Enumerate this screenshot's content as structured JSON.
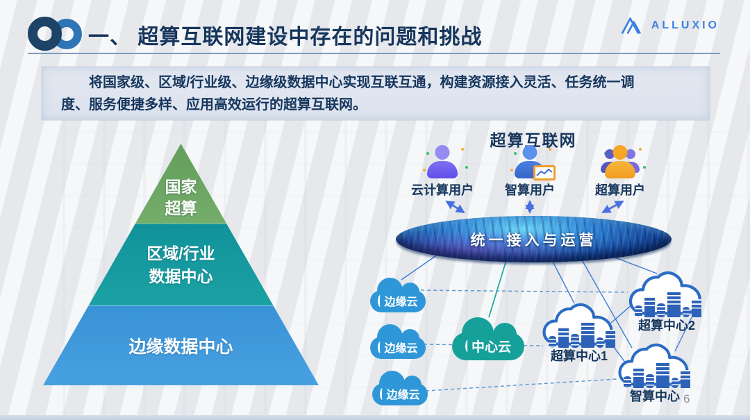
{
  "slide": {
    "title": "一、 超算互联网建设中存在的问题和挑战",
    "page_number": "6"
  },
  "logo": {
    "text": "ALLUXIO"
  },
  "intro": {
    "line1": "将国家级、区域/行业级、边缘级数据中心实现互联互通，构建资源接入灵活、任务统一调",
    "line2": "度、服务便捷多样、应用高效运行的超算互联网。"
  },
  "pyramid": {
    "levels": [
      {
        "lines": [
          "国家",
          "超算"
        ],
        "color": "#6aa564"
      },
      {
        "lines": [
          "区域/行业",
          "数据中心"
        ],
        "color": "#149299"
      },
      {
        "lines": [
          "边缘数据中心"
        ],
        "color": "#3e9ade"
      }
    ]
  },
  "network": {
    "title": "超算互联网",
    "users": [
      {
        "label": "云计算用户",
        "icon": "cloud-user-icon"
      },
      {
        "label": "智算用户",
        "icon": "ai-user-icon"
      },
      {
        "label": "超算用户",
        "icon": "hpc-user-icon"
      }
    ],
    "platform_label": "统一接入与运营",
    "edge_clouds": [
      {
        "label": "边缘云"
      },
      {
        "label": "边缘云"
      },
      {
        "label": "边缘云"
      }
    ],
    "center_cloud": {
      "label": "中心云"
    },
    "datacenters": [
      {
        "label": "超算中心2"
      },
      {
        "label": "超算中心1"
      },
      {
        "label": "智算中心"
      }
    ]
  },
  "colors": {
    "title_navy": "#17365d",
    "accent_blue": "#2e75b6",
    "logo_blue": "#3b82e0",
    "edge_cloud_blue": "#2f97d8",
    "center_cloud_teal": "#16a09a",
    "outline_cloud_blue": "#2b6cc4",
    "pyramid_green": "#6aa564",
    "pyramid_teal": "#149299",
    "pyramid_blue": "#3e9ade"
  }
}
